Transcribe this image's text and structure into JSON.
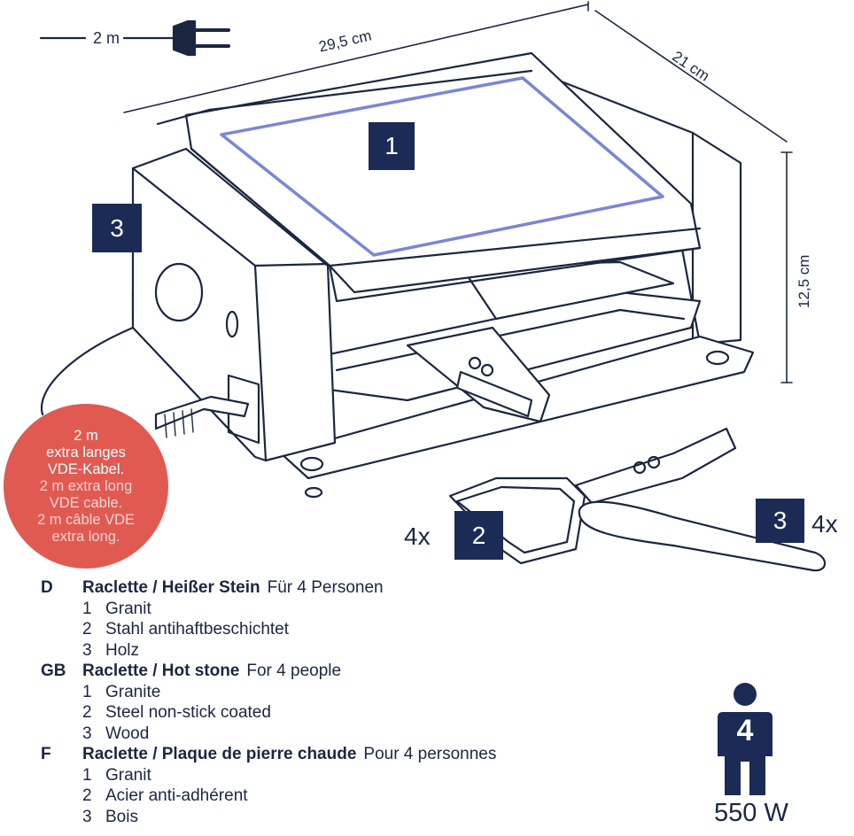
{
  "cable_label": "2 m",
  "dimensions": {
    "width": "29,5 cm",
    "depth": "21 cm",
    "height": "12,5 cm"
  },
  "callouts": {
    "granite": "1",
    "wood_top": "3",
    "pan": "2",
    "spatula": "3"
  },
  "quantities": {
    "pans": "4x",
    "spatulas": "4x"
  },
  "badge": {
    "line1": "2 m",
    "line2": "extra langes",
    "line3": "VDE-Kabel.",
    "line4": "2 m extra long",
    "line5": "VDE cable.",
    "line6": "2 m câble VDE",
    "line7": "extra long."
  },
  "legend": [
    {
      "code": "D",
      "title": "Raclette / Heißer Stein",
      "subtitle": "Für 4 Personen",
      "items": [
        {
          "n": "1",
          "text": "Granit"
        },
        {
          "n": "2",
          "text": "Stahl antihaftbeschichtet"
        },
        {
          "n": "3",
          "text": "Holz"
        }
      ]
    },
    {
      "code": "GB",
      "title": "Raclette / Hot stone",
      "subtitle": "For 4 people",
      "items": [
        {
          "n": "1",
          "text": "Granite"
        },
        {
          "n": "2",
          "text": "Steel non-stick coated"
        },
        {
          "n": "3",
          "text": "Wood"
        }
      ]
    },
    {
      "code": "F",
      "title": "Raclette / Plaque de pierre chaude",
      "subtitle": "Pour 4 personnes",
      "items": [
        {
          "n": "1",
          "text": "Granit"
        },
        {
          "n": "2",
          "text": "Acier anti-adhérent"
        },
        {
          "n": "3",
          "text": "Bois"
        }
      ]
    }
  ],
  "persons_number": "4",
  "power": "550 W",
  "colors": {
    "navy": "#1b2b55",
    "line": "#1b2740",
    "badge": "#e15a52",
    "plate_glow": "#7a86d6"
  }
}
